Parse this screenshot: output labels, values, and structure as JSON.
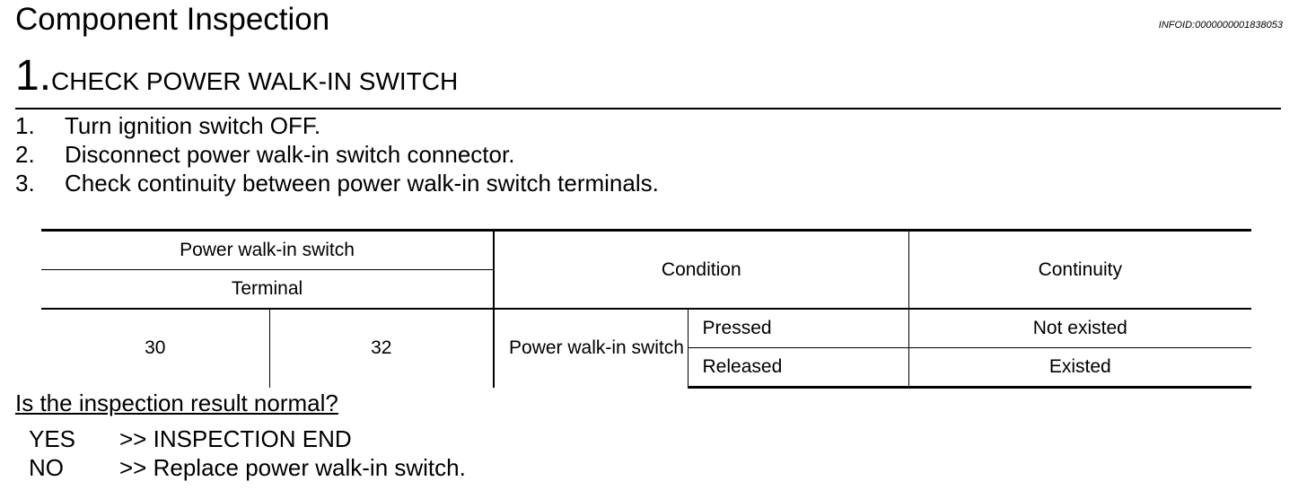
{
  "header": {
    "title": "Component Inspection",
    "info_id": "INFOID:0000000001838053"
  },
  "step": {
    "number": "1.",
    "title": "CHECK POWER WALK-IN SWITCH"
  },
  "instructions": [
    {
      "num": "1.",
      "text": "Turn ignition switch OFF."
    },
    {
      "num": "2.",
      "text": "Disconnect power walk-in switch connector."
    },
    {
      "num": "3.",
      "text": "Check continuity between power walk-in switch terminals."
    }
  ],
  "table": {
    "header_component": "Power walk-in switch",
    "header_terminal": "Terminal",
    "header_condition": "Condition",
    "header_continuity": "Continuity",
    "terminal_a": "30",
    "terminal_b": "32",
    "condition_item": "Power walk-in switch",
    "rows": [
      {
        "state": "Pressed",
        "continuity": "Not existed"
      },
      {
        "state": "Released",
        "continuity": "Existed"
      }
    ]
  },
  "question": "Is the inspection result normal?",
  "answers": [
    {
      "key": "YES",
      "text": ">> INSPECTION END"
    },
    {
      "key": "NO",
      "text": ">> Replace power walk-in switch."
    }
  ]
}
